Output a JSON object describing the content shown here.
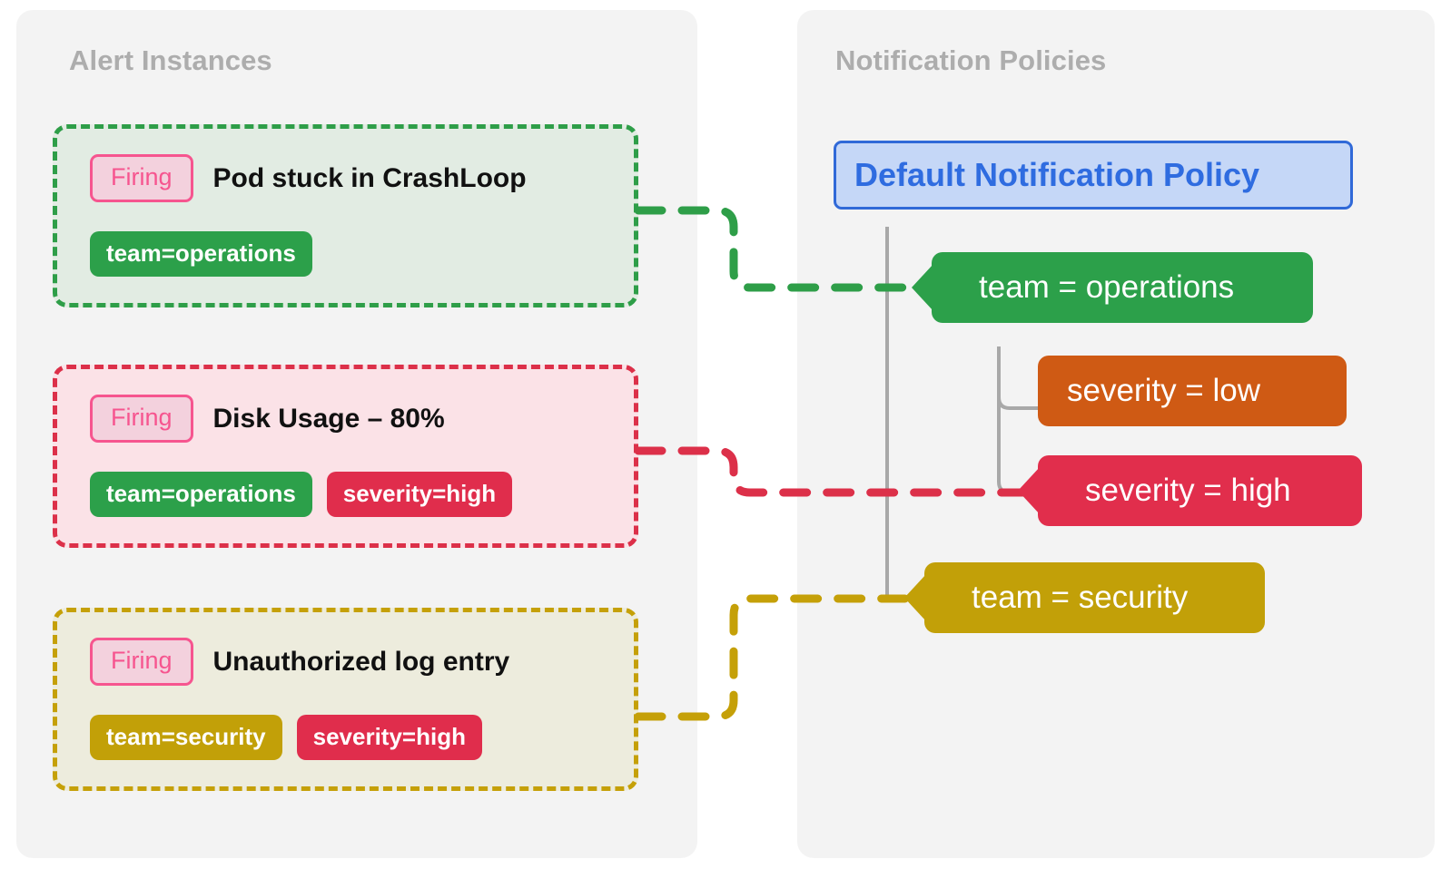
{
  "panels": {
    "alerts": {
      "title": "Alert Instances"
    },
    "policies": {
      "title": "Notification Policies"
    }
  },
  "alert_instances": [
    {
      "state": "Firing",
      "title": "Pod stuck in CrashLoop",
      "tags": [
        {
          "text": "team=operations",
          "color": "#2ca04a"
        }
      ],
      "accent": "#2e9e48",
      "background": "#e2ece3",
      "routes_to": "team = operations"
    },
    {
      "state": "Firing",
      "title": "Disk Usage – 80%",
      "tags": [
        {
          "text": "team=operations",
          "color": "#2ca04a"
        },
        {
          "text": "severity=high",
          "color": "#e02d4c"
        }
      ],
      "accent": "#dc3049",
      "background": "#fbe2e7",
      "routes_to": "severity = high"
    },
    {
      "state": "Firing",
      "title": "Unauthorized log entry",
      "tags": [
        {
          "text": "team=security",
          "color": "#c2a008"
        },
        {
          "text": "severity=high",
          "color": "#e02d4c"
        }
      ],
      "accent": "#c5a008",
      "background": "#edecdd",
      "routes_to": "team = security"
    }
  ],
  "notification_policies": {
    "root": {
      "label": "Default Notification Policy",
      "color": "#2f6ce0",
      "background": "#c5d7f7"
    },
    "children": [
      {
        "label": "team = operations",
        "color": "#2ca04a",
        "matched": true
      },
      {
        "label": "severity = low",
        "color": "#cf5a14",
        "matched": false
      },
      {
        "label": "severity = high",
        "color": "#e12e4c",
        "matched": true
      },
      {
        "label": "team = security",
        "color": "#c2a008",
        "matched": true
      }
    ]
  },
  "badge": {
    "text": "Firing",
    "text_color": "#f6558f",
    "background": "#f3d1dd",
    "border_color": "#f6558f"
  },
  "colors": {
    "page_background": "#ffffff",
    "panel_background": "#f3f3f3",
    "panel_title": "#adadad",
    "tree_line": "#a8a8a8"
  }
}
